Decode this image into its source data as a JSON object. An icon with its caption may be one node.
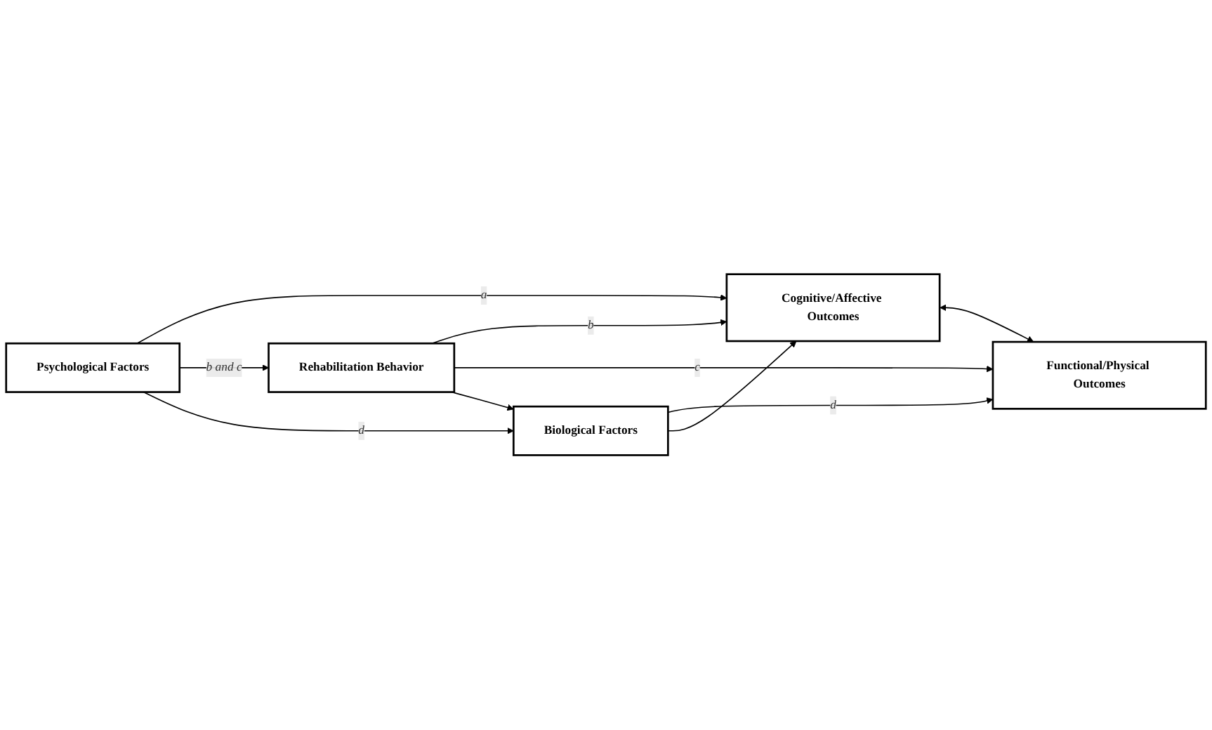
{
  "diagram": {
    "nodes": [
      {
        "text": [
          "Psychological Factors"
        ]
      },
      {
        "text": [
          "Rehabilitation Behavior"
        ]
      },
      {
        "text": [
          "Cognitive/Affective Outcomes"
        ]
      },
      {
        "text": [
          "Biological Factors"
        ]
      },
      {
        "text": [
          "Functional/Physical Outcomes"
        ]
      }
    ],
    "edges": [
      {
        "from": 0,
        "to": 2,
        "arrow": "to",
        "label": "a"
      },
      {
        "from": 0,
        "to": 1,
        "arrow": "to",
        "label": "b and c"
      },
      {
        "from": 1,
        "to": 2,
        "arrow": "to",
        "label": "b"
      },
      {
        "from": 1,
        "to": 4,
        "arrow": "to",
        "label": "c"
      },
      {
        "from": 1,
        "to": 3,
        "arrow": "to"
      },
      {
        "from": 0,
        "to": 3,
        "arrow": "to",
        "label": "d"
      },
      {
        "from": 3,
        "to": 4,
        "arrow": "to",
        "label": "d"
      },
      {
        "from": 2,
        "to": 4,
        "arrow": "both"
      },
      {
        "from": 3,
        "to": 2,
        "arrow": "to"
      }
    ]
  }
}
